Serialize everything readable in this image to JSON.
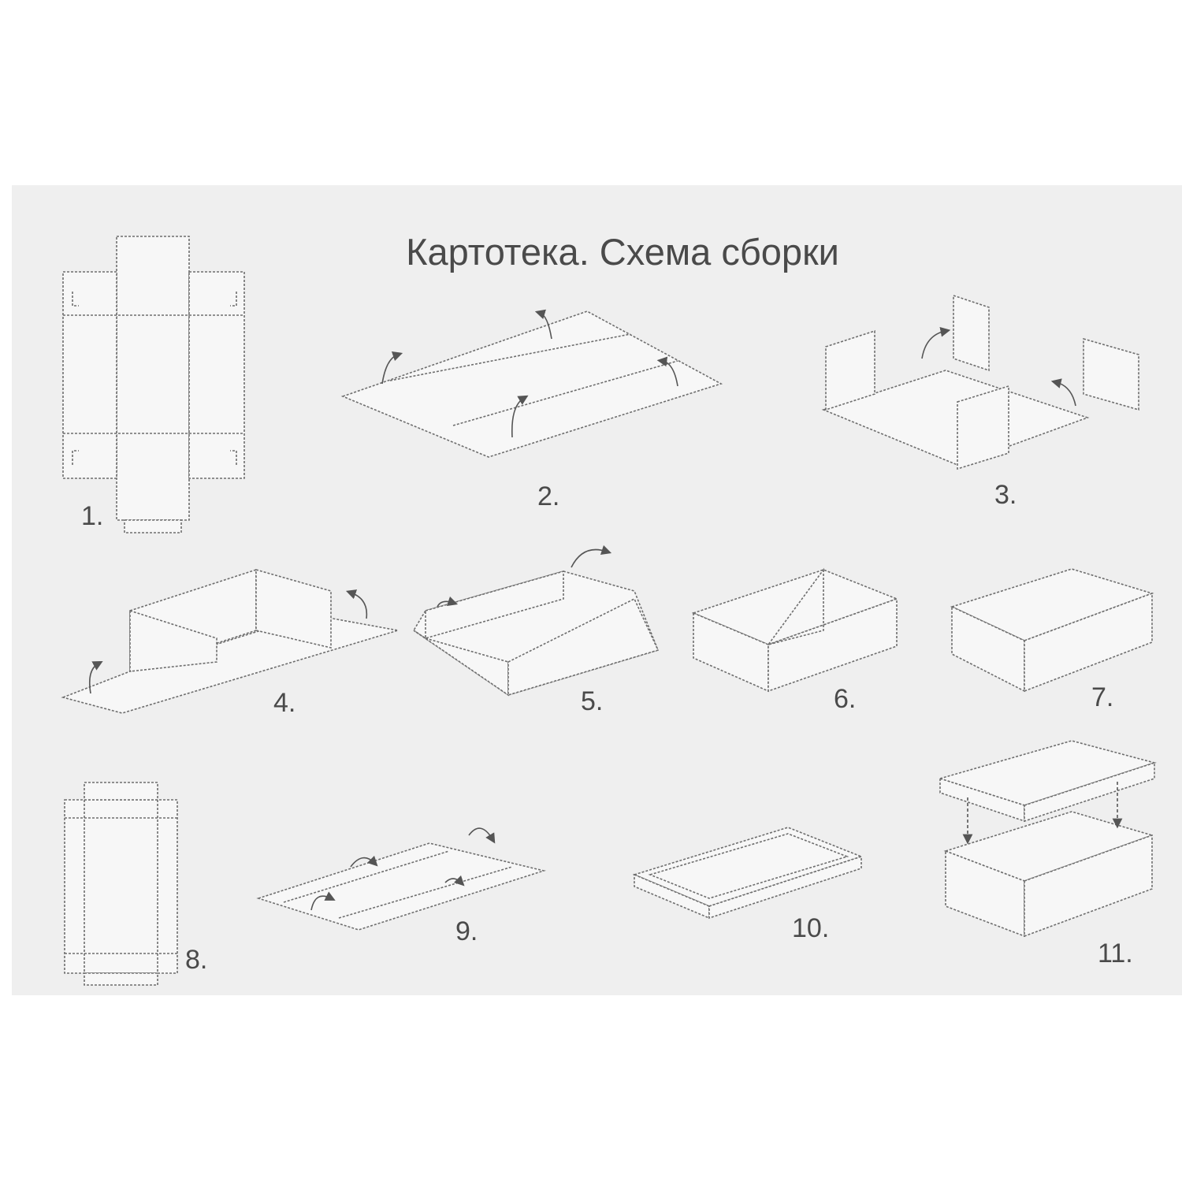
{
  "title": "Картотека. Схема сборки",
  "steps": [
    {
      "label": "1."
    },
    {
      "label": "2."
    },
    {
      "label": "3."
    },
    {
      "label": "4."
    },
    {
      "label": "5."
    },
    {
      "label": "6."
    },
    {
      "label": "7."
    },
    {
      "label": "8."
    },
    {
      "label": "9."
    },
    {
      "label": "10."
    },
    {
      "label": "11."
    }
  ]
}
